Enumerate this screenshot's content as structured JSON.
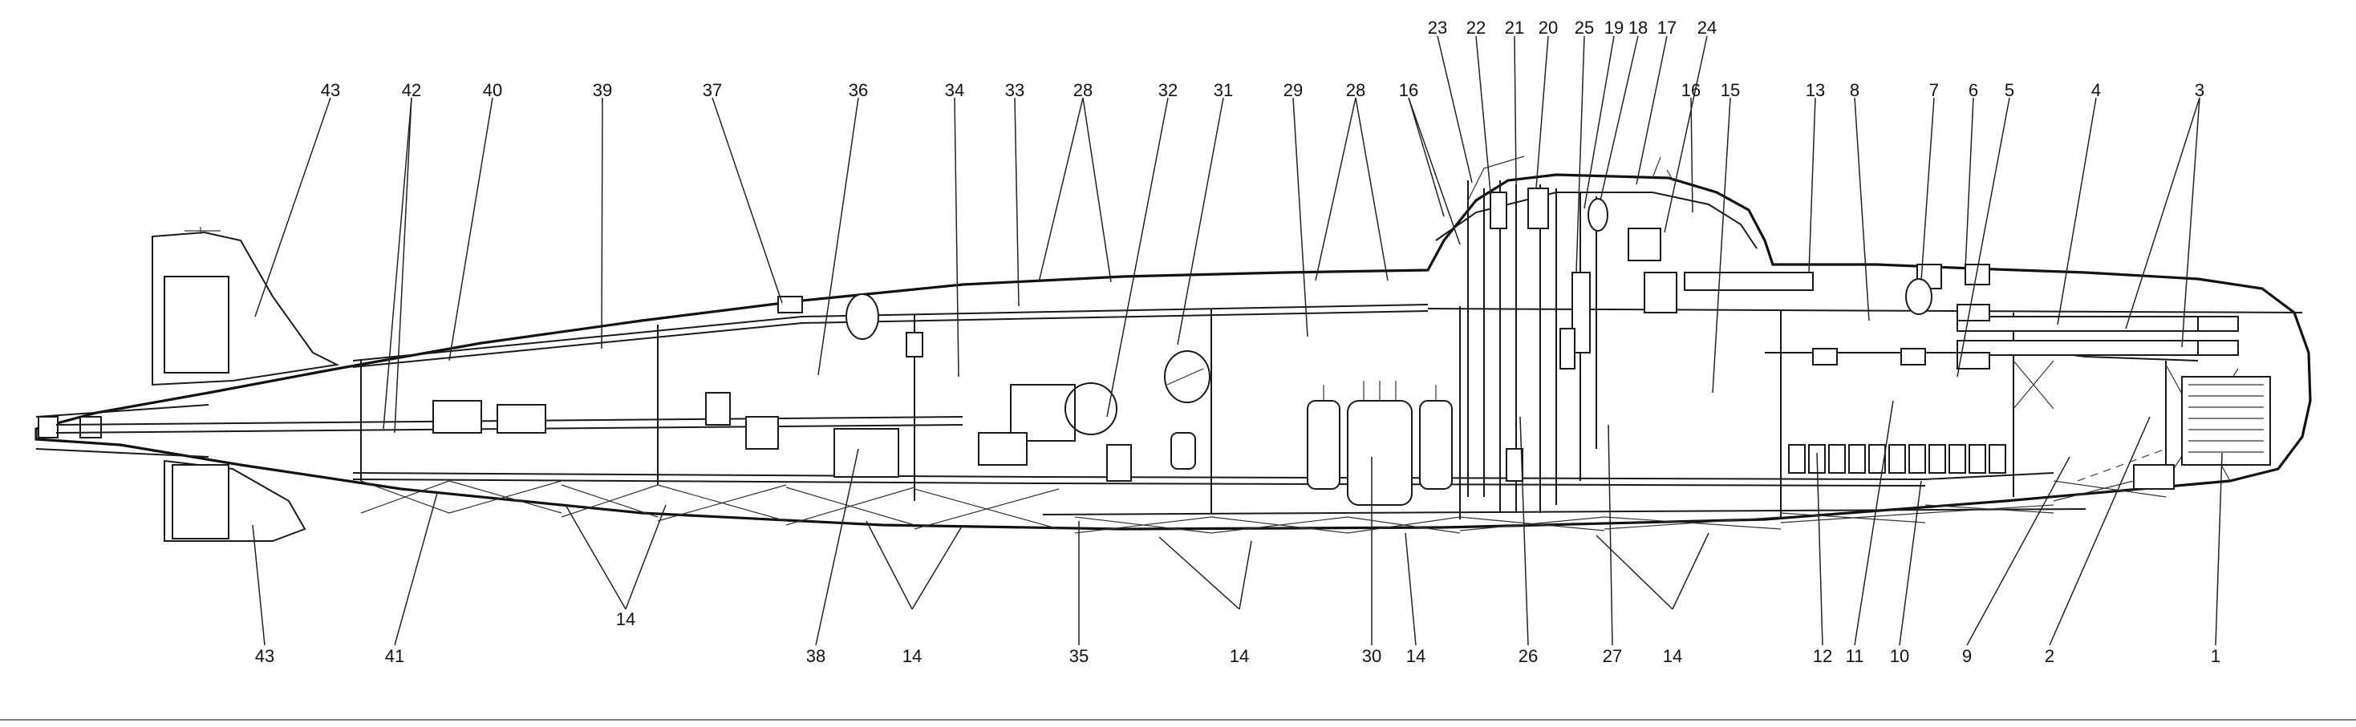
{
  "callouts": {
    "top": [
      "43",
      "42",
      "40",
      "39",
      "37",
      "36",
      "34",
      "33",
      "28",
      "32",
      "31",
      "29",
      "28",
      "16",
      "23",
      "22",
      "21",
      "20",
      "25",
      "19",
      "18",
      "17",
      "24",
      "16",
      "15",
      "13",
      "8",
      "7",
      "6",
      "5",
      "4",
      "3"
    ],
    "bottom": [
      "43",
      "41",
      "14",
      "38",
      "14",
      "35",
      "14",
      "30",
      "14",
      "26",
      "27",
      "14",
      "12",
      "11",
      "10",
      "9",
      "2",
      "1"
    ]
  }
}
